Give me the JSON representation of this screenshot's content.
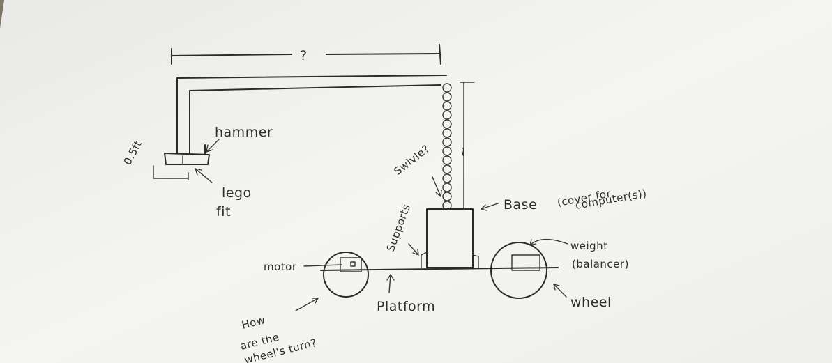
{
  "labels": {
    "question": "?",
    "dim_left": "0.5ft",
    "hammer": "hammer",
    "lego_1": "lego",
    "lego_2": "fit",
    "swivel": "Swivle?",
    "tilde": "~",
    "base": "Base",
    "base_note_1": "(cover for",
    "base_note_2": "computer(s))",
    "supports": "Supports",
    "motor": "motor",
    "weight": "weight",
    "balancer": "(balancer)",
    "platform": "Platform",
    "wheel": "wheel",
    "how_1": "How",
    "how_2": "are the",
    "how_3": "wheel's turn?"
  },
  "colors": {
    "paper": "#f4f4f2",
    "ink": "#2d2b2a",
    "background": "#7f766a"
  }
}
